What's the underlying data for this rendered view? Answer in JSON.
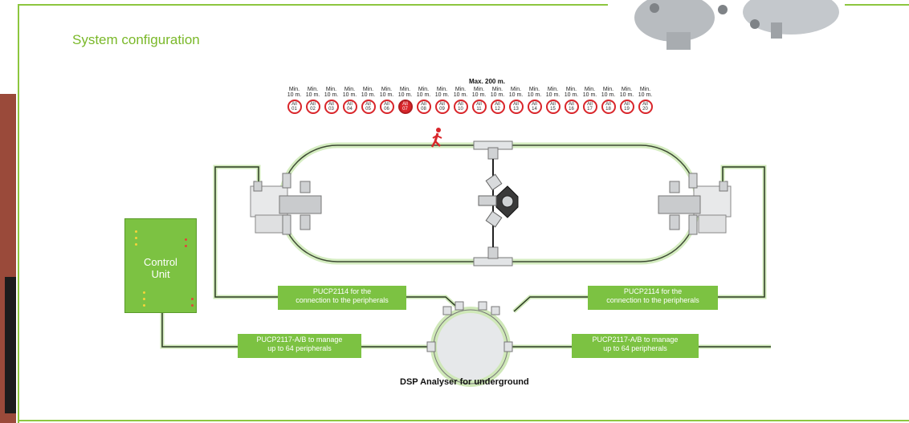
{
  "header": {
    "title": "System configuration"
  },
  "cable": {
    "max_length_label": "Max. 200 m."
  },
  "zones": {
    "min_label_top": "Min.",
    "min_label_bottom": "10 m.",
    "items": [
      {
        "top": "All",
        "bottom": "01"
      },
      {
        "top": "All",
        "bottom": "02"
      },
      {
        "top": "All",
        "bottom": "03"
      },
      {
        "top": "All",
        "bottom": "04"
      },
      {
        "top": "All",
        "bottom": "05"
      },
      {
        "top": "All",
        "bottom": "06"
      },
      {
        "top": "All",
        "bottom": "07",
        "active": true
      },
      {
        "top": "All",
        "bottom": "08"
      },
      {
        "top": "All",
        "bottom": "09"
      },
      {
        "top": "All",
        "bottom": "10"
      },
      {
        "top": "All",
        "bottom": "11"
      },
      {
        "top": "All",
        "bottom": "12"
      },
      {
        "top": "All",
        "bottom": "13"
      },
      {
        "top": "All",
        "bottom": "14"
      },
      {
        "top": "All",
        "bottom": "15"
      },
      {
        "top": "All",
        "bottom": "16"
      },
      {
        "top": "All",
        "bottom": "17"
      },
      {
        "top": "All",
        "bottom": "18"
      },
      {
        "top": "All",
        "bottom": "19"
      },
      {
        "top": "All",
        "bottom": "20"
      }
    ]
  },
  "control_unit": {
    "line1": "Control",
    "line2": "Unit"
  },
  "labels": {
    "pucp2114_left_1": "PUCP2114 for the",
    "pucp2114_left_2": "connection to the peripherals",
    "pucp2114_right_1": "PUCP2114 for the",
    "pucp2114_right_2": "connection to the peripherals",
    "pucp2117_left_1": "PUCP2117-A/B to manage",
    "pucp2117_left_2": "up to 64 peripherals",
    "pucp2117_right_1": "PUCP2117-A/B to manage",
    "pucp2117_right_2": "up to 64 peripherals",
    "dsp": "DSP Analyser for underground"
  },
  "colors": {
    "accent_green": "#7cc242",
    "alarm_red": "#d9262b",
    "frame_green": "#8dc63f"
  }
}
